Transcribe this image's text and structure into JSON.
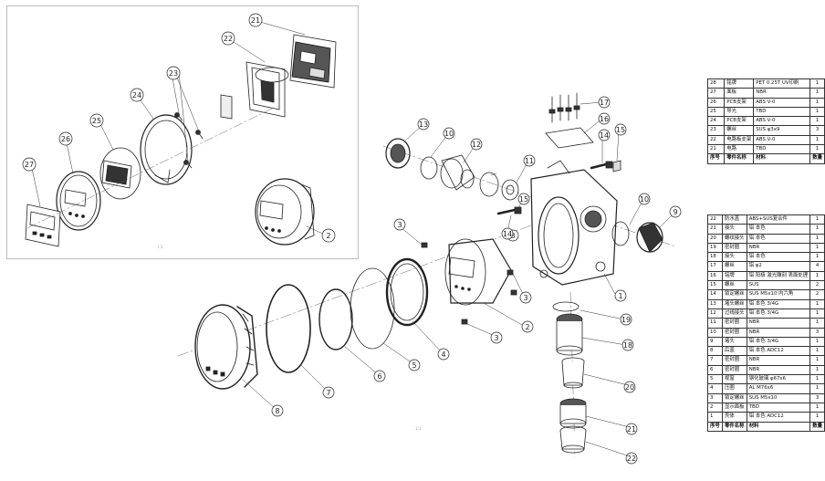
{
  "drawing": {
    "inset_scale_note": "1:1",
    "main_scale_note": "1:1"
  },
  "balloons": {
    "main": [
      "1",
      "2",
      "3",
      "3",
      "3",
      "3",
      "4",
      "5",
      "6",
      "7",
      "8",
      "9",
      "10",
      "10",
      "11",
      "12",
      "13",
      "14",
      "15",
      "16",
      "17",
      "18",
      "19",
      "20",
      "21",
      "22"
    ],
    "inset": [
      "21",
      "22",
      "23",
      "24",
      "25",
      "26",
      "27",
      "2"
    ]
  },
  "bom_top": {
    "rows": [
      [
        "28",
        "铭牌",
        "PET 0.25T  UV印刷",
        "1"
      ],
      [
        "27",
        "面板",
        "NBR",
        "1"
      ],
      [
        "26",
        "PCB支架",
        "ABS V-0",
        "1"
      ],
      [
        "25",
        "导光",
        "TBD",
        "1"
      ],
      [
        "24",
        "PCB支架",
        "ABS V-0",
        "1"
      ],
      [
        "23",
        "螺丝",
        "SUS φ3x9",
        "3"
      ],
      [
        "22",
        "电路板支架",
        "ABS V-0",
        "1"
      ],
      [
        "21",
        "电路",
        "TBD",
        "1"
      ]
    ],
    "header": [
      "序号",
      "零件名称",
      "材料",
      "数量"
    ]
  },
  "bom_bottom": {
    "rows": [
      [
        "22",
        "防水盖",
        "ABS+SUS复合件",
        "1"
      ],
      [
        "21",
        "接头",
        "铝 本色",
        "1"
      ],
      [
        "20",
        "螺纹接头",
        "铝 本色",
        "1"
      ],
      [
        "19",
        "密封圈",
        "NBR",
        "1"
      ],
      [
        "18",
        "接头",
        "铝 本色",
        "1"
      ],
      [
        "17",
        "螺丝",
        "铝 φ2",
        "4"
      ],
      [
        "16",
        "铭牌",
        "铝 阳极 激光雕刻 表面处理",
        "1"
      ],
      [
        "15",
        "螺丝",
        "SUS",
        "2"
      ],
      [
        "14",
        "锁定螺丝",
        "SUS M5x10 内六角",
        "2"
      ],
      [
        "13",
        "堵头螺丝",
        "铝 本色 3/4G",
        "1"
      ],
      [
        "12",
        "过线接头",
        "铝 本色 3/4G",
        "1"
      ],
      [
        "11",
        "密封圈",
        "NBR",
        "1"
      ],
      [
        "10",
        "密封圈",
        "NBR",
        "3"
      ],
      [
        "9",
        "堵头",
        "铝 本色 3/4G",
        "1"
      ],
      [
        "8",
        "后盖",
        "铝 本色 ADC12",
        "1"
      ],
      [
        "7",
        "密封圈",
        "NBR",
        "1"
      ],
      [
        "6",
        "密封圈",
        "NBR",
        "1"
      ],
      [
        "5",
        "视窗",
        "钢化玻璃 φ67x6",
        "1"
      ],
      [
        "4",
        "压圈",
        "AL M76x6",
        "1"
      ],
      [
        "3",
        "锁定螺丝",
        "SUS M5x10",
        "3"
      ],
      [
        "2",
        "显示面板",
        "TBD",
        "1"
      ],
      [
        "1",
        "壳体",
        "铝 本色 ADC12",
        "1"
      ]
    ],
    "header": [
      "序号",
      "零件名称",
      "材料",
      "数量"
    ]
  },
  "colors": {
    "line": "#222222",
    "thin": "#555555",
    "fill": "#ffffff",
    "shade": "#444444"
  }
}
